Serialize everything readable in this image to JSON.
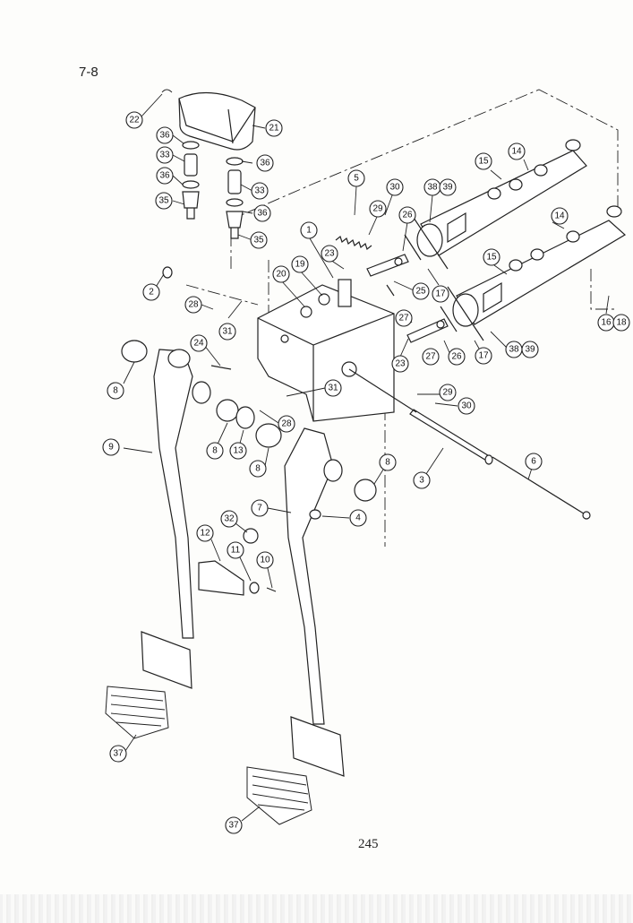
{
  "section_label": "7-8",
  "page_number": "245",
  "callouts": [
    {
      "id": "c22",
      "text": "22"
    },
    {
      "id": "c21",
      "text": "21"
    },
    {
      "id": "c36a",
      "text": "36"
    },
    {
      "id": "c33a",
      "text": "33"
    },
    {
      "id": "c36b",
      "text": "36"
    },
    {
      "id": "c35a",
      "text": "35"
    },
    {
      "id": "c36c",
      "text": "36"
    },
    {
      "id": "c33b",
      "text": "33"
    },
    {
      "id": "c36d",
      "text": "36"
    },
    {
      "id": "c35b",
      "text": "35"
    },
    {
      "id": "c5",
      "text": "5"
    },
    {
      "id": "c30a",
      "text": "30"
    },
    {
      "id": "c38a",
      "text": "38"
    },
    {
      "id": "c39a",
      "text": "39"
    },
    {
      "id": "c15a",
      "text": "15"
    },
    {
      "id": "c14a",
      "text": "14"
    },
    {
      "id": "c14b",
      "text": "14"
    },
    {
      "id": "c15b",
      "text": "15"
    },
    {
      "id": "c1",
      "text": "1"
    },
    {
      "id": "c29a",
      "text": "29"
    },
    {
      "id": "c26a",
      "text": "26"
    },
    {
      "id": "c23a",
      "text": "23"
    },
    {
      "id": "c20",
      "text": "20"
    },
    {
      "id": "c19",
      "text": "19"
    },
    {
      "id": "c2",
      "text": "2"
    },
    {
      "id": "c28a",
      "text": "28"
    },
    {
      "id": "c31a",
      "text": "31"
    },
    {
      "id": "c25",
      "text": "25"
    },
    {
      "id": "c17a",
      "text": "17"
    },
    {
      "id": "c16",
      "text": "16"
    },
    {
      "id": "c18",
      "text": "18"
    },
    {
      "id": "c27a",
      "text": "27"
    },
    {
      "id": "c24",
      "text": "24"
    },
    {
      "id": "c8a",
      "text": "8"
    },
    {
      "id": "c38b",
      "text": "38"
    },
    {
      "id": "c39b",
      "text": "39"
    },
    {
      "id": "c23b",
      "text": "23"
    },
    {
      "id": "c27b",
      "text": "27"
    },
    {
      "id": "c26b",
      "text": "26"
    },
    {
      "id": "c17b",
      "text": "17"
    },
    {
      "id": "c31b",
      "text": "31"
    },
    {
      "id": "c29b",
      "text": "29"
    },
    {
      "id": "c30b",
      "text": "30"
    },
    {
      "id": "c28b",
      "text": "28"
    },
    {
      "id": "c9",
      "text": "9"
    },
    {
      "id": "c8b",
      "text": "8"
    },
    {
      "id": "c13",
      "text": "13"
    },
    {
      "id": "c8c",
      "text": "8"
    },
    {
      "id": "c8d",
      "text": "8"
    },
    {
      "id": "c3",
      "text": "3"
    },
    {
      "id": "c6",
      "text": "6"
    },
    {
      "id": "c7",
      "text": "7"
    },
    {
      "id": "c4",
      "text": "4"
    },
    {
      "id": "c32",
      "text": "32"
    },
    {
      "id": "c12",
      "text": "12"
    },
    {
      "id": "c11",
      "text": "11"
    },
    {
      "id": "c10",
      "text": "10"
    },
    {
      "id": "c37a",
      "text": "37"
    },
    {
      "id": "c37b",
      "text": "37"
    }
  ]
}
